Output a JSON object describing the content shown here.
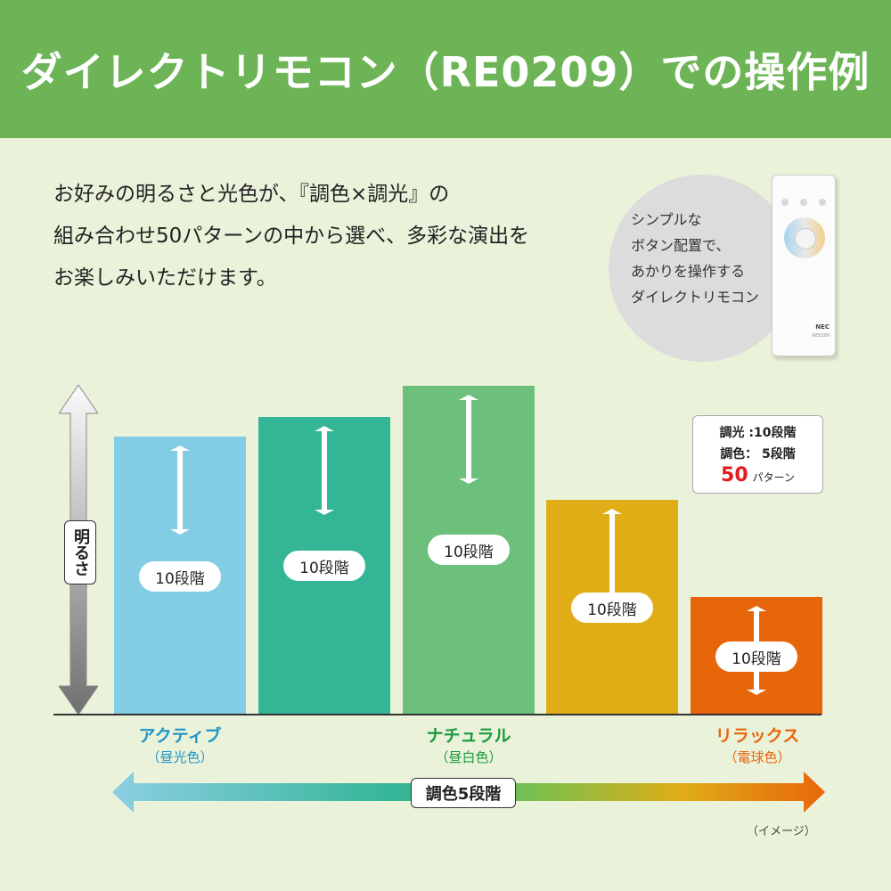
{
  "header": {
    "title": "ダイレクトリモコン（RE0209）での操作例"
  },
  "intro": {
    "lines": [
      "お好みの明るさと光色が、『調色×調光』の",
      "組み合わせ50パターンの中から選べ、多彩な演出を",
      "お楽しみいただけます。"
    ]
  },
  "bubble": {
    "lines": [
      "シンプルな",
      "ボタン配置で、",
      "あかりを操作する",
      "ダイレクトリモコン"
    ]
  },
  "remote": {
    "brand": "NEC",
    "model": "RE0209"
  },
  "brightness_label": "明るさ",
  "color_axis_label": "調色5段階",
  "summary": {
    "dimming": "調光 :10段階",
    "toning": "調色： 5段階",
    "pattern_number": "50",
    "pattern_unit": "パターン"
  },
  "note": "（イメージ）",
  "bars": [
    {
      "color": "#82cce4",
      "level": 10,
      "label": "10段階"
    },
    {
      "color": "#33b596",
      "level": 10,
      "label": "10段階"
    },
    {
      "color": "#6cc07b",
      "level": 10,
      "label": "10段階"
    },
    {
      "color": "#e0ad17",
      "level": 10,
      "label": "10段階"
    },
    {
      "color": "#e8660a",
      "level": 10,
      "label": "10段階"
    }
  ],
  "categories": [
    {
      "name": "アクティブ",
      "sub": "（昼光色）",
      "color": "#1f95c8"
    },
    {
      "name": "ナチュラル",
      "sub": "（昼白色）",
      "color": "#1a9a3d"
    },
    {
      "name": "リラックス",
      "sub": "（電球色）",
      "color": "#e8660a"
    }
  ]
}
